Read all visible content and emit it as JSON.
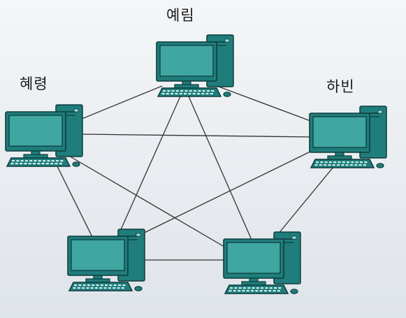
{
  "nodes": [
    {
      "id": "yerim",
      "label": "예림"
    },
    {
      "id": "hyeryeong",
      "label": "혜령"
    },
    {
      "id": "habin",
      "label": "하빈"
    },
    {
      "id": "bottom-left",
      "label": ""
    },
    {
      "id": "bottom-right",
      "label": ""
    }
  ],
  "edges": [
    [
      "yerim",
      "hyeryeong"
    ],
    [
      "yerim",
      "habin"
    ],
    [
      "yerim",
      "bottom-left"
    ],
    [
      "yerim",
      "bottom-right"
    ],
    [
      "hyeryeong",
      "habin"
    ],
    [
      "hyeryeong",
      "bottom-left"
    ],
    [
      "hyeryeong",
      "bottom-right"
    ],
    [
      "habin",
      "bottom-left"
    ],
    [
      "habin",
      "bottom-right"
    ],
    [
      "bottom-left",
      "bottom-right"
    ]
  ],
  "icon": "desktop-computer-icon",
  "colors": {
    "screen": "#3fa6a2",
    "body": "#1f7d7b",
    "outline": "#0f3d3c",
    "link": "#333333"
  }
}
